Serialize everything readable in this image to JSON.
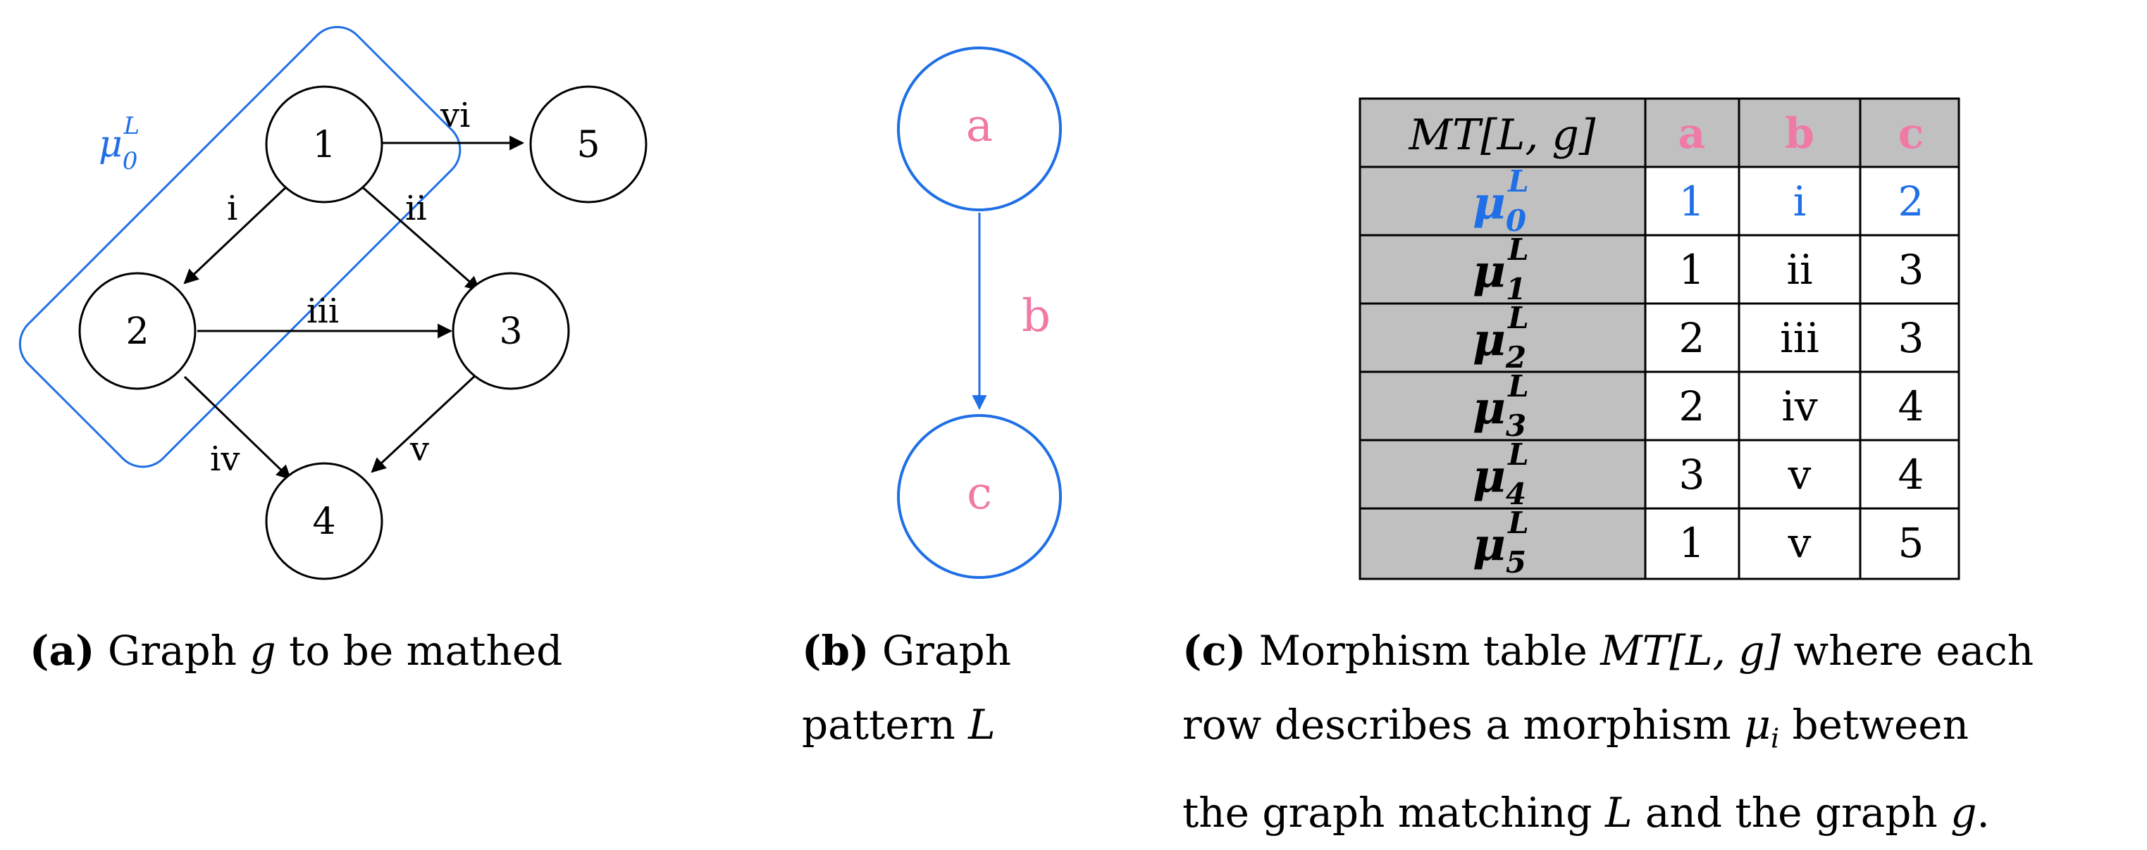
{
  "colors": {
    "blue": "#1f6fe6",
    "pink": "#f07aa6",
    "gray": "#c0c0c0",
    "black": "#000000"
  },
  "graph_g": {
    "region_label": {
      "base": "μ",
      "sup": "L",
      "sub": "0"
    },
    "nodes": [
      "1",
      "2",
      "3",
      "4",
      "5"
    ],
    "edges": [
      {
        "from": "1",
        "to": "2",
        "label": "i"
      },
      {
        "from": "1",
        "to": "3",
        "label": "ii"
      },
      {
        "from": "2",
        "to": "3",
        "label": "iii"
      },
      {
        "from": "2",
        "to": "4",
        "label": "iv"
      },
      {
        "from": "3",
        "to": "4",
        "label": "v"
      },
      {
        "from": "1",
        "to": "5",
        "label": "vi"
      }
    ]
  },
  "pattern_L": {
    "nodes": [
      "a",
      "c"
    ],
    "edge": {
      "from": "a",
      "to": "c",
      "label": "b"
    }
  },
  "table": {
    "header": {
      "base": "MT",
      "bracket": "[L, g]",
      "cols": [
        "a",
        "b",
        "c"
      ]
    },
    "rows": [
      {
        "sub": "0",
        "values": [
          "1",
          "i",
          "2"
        ],
        "highlight": true
      },
      {
        "sub": "1",
        "values": [
          "1",
          "ii",
          "3"
        ]
      },
      {
        "sub": "2",
        "values": [
          "2",
          "iii",
          "3"
        ]
      },
      {
        "sub": "3",
        "values": [
          "2",
          "iv",
          "4"
        ]
      },
      {
        "sub": "4",
        "values": [
          "3",
          "v",
          "4"
        ]
      },
      {
        "sub": "5",
        "values": [
          "1",
          "v",
          "5"
        ]
      }
    ],
    "row_symbol": {
      "base": "μ",
      "sup": "L"
    }
  },
  "captions": {
    "a": {
      "tag": "(a)",
      "text_before": " Graph ",
      "var": "g",
      "text_after": " to be mathed"
    },
    "b": {
      "tag": "(b)",
      "line1": " Graph",
      "line2_before": "pattern ",
      "var": "L"
    },
    "c": {
      "tag": "(c)",
      "line1_before": " Morphism table ",
      "line1_var": "MT",
      "line1_bracket": "[L, g]",
      "line1_after": " where each",
      "line2_before": "row describes a morphism ",
      "line2_var": "μ",
      "line2_sub": "i",
      "line2_after": " between",
      "line3_before": "the graph matching ",
      "line3_var": "L",
      "line3_mid": " and the graph ",
      "line3_var2": "g",
      "line3_after": "."
    }
  }
}
